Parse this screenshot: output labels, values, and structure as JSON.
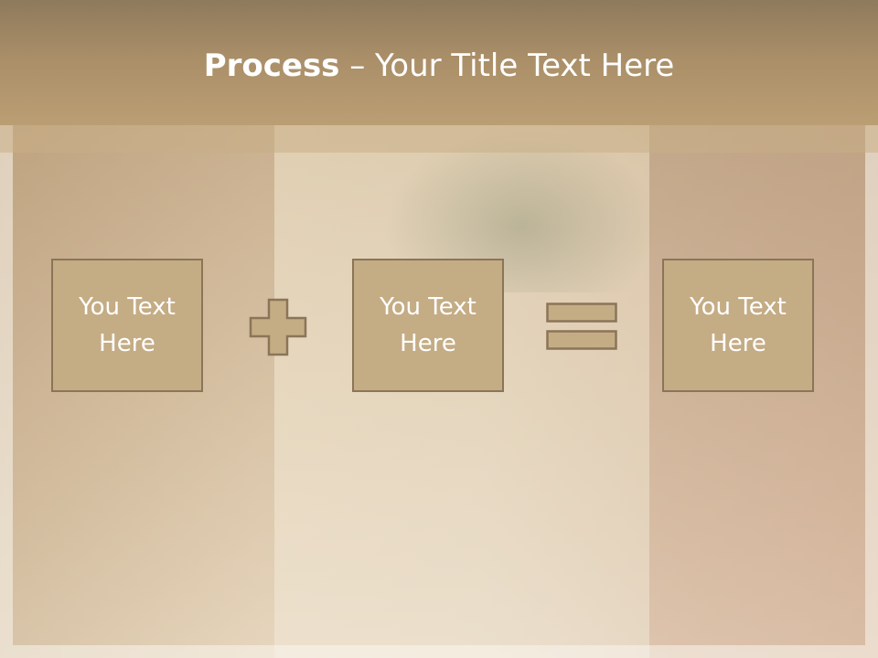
{
  "slide": {
    "title_bold": "Process",
    "title_rest": " – Your Title Text Here"
  },
  "boxes": [
    {
      "text": "You Text\nHere"
    },
    {
      "text": "You Text\nHere"
    },
    {
      "text": "You Text\nHere"
    }
  ],
  "operators": {
    "plus": "plus-icon",
    "equals": "equals-icon"
  },
  "colors": {
    "title_bar": "#a98e68",
    "box_fill": "#c4ac85",
    "box_border": "#8b7558",
    "text": "#ffffff"
  }
}
